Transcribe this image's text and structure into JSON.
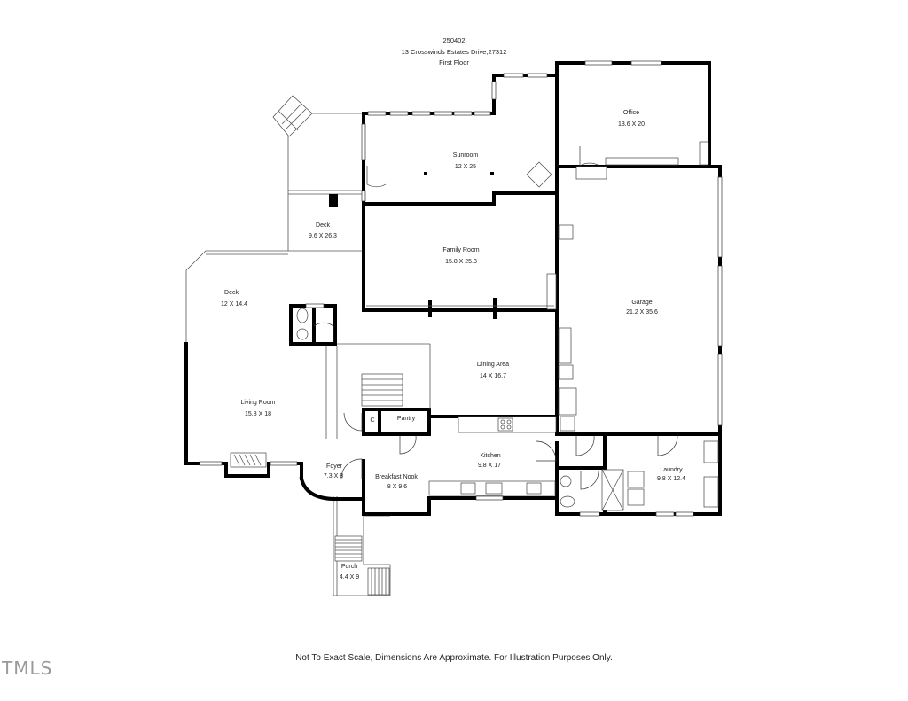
{
  "header": {
    "listing_id": "250402",
    "address": "13 Crosswinds Estates Drive,27312",
    "floor": "First Floor"
  },
  "rooms": {
    "office": {
      "name": "Office",
      "dims": "13.6 X 20"
    },
    "sunroom": {
      "name": "Sunroom",
      "dims": "12 X 25"
    },
    "deck_upper": {
      "name": "Deck",
      "dims": "9.6 X 26.3"
    },
    "family_room": {
      "name": "Family Room",
      "dims": "15.8 X 25.3"
    },
    "garage": {
      "name": "Garage",
      "dims": "21.2 X 35.6"
    },
    "deck_lower": {
      "name": "Deck",
      "dims": "12 X 14.4"
    },
    "dining_area": {
      "name": "Dining Area",
      "dims": "14 X 16.7"
    },
    "living_room": {
      "name": "Living Room",
      "dims": "15.8 X 18"
    },
    "pantry": {
      "name": "Pantry"
    },
    "closet": {
      "name": "C"
    },
    "kitchen": {
      "name": "Kitchen",
      "dims": "9.8 X 17"
    },
    "laundry": {
      "name": "Laundry",
      "dims": "9.8 X 12.4"
    },
    "foyer": {
      "name": "Foyer",
      "dims": "7.3 X 8"
    },
    "breakfast_nook": {
      "name": "Breakfast Nook",
      "dims": "8 X 9.6"
    },
    "porch": {
      "name": "Porch",
      "dims": "4.4 X 9"
    }
  },
  "footer": {
    "disclaimer": "Not To Exact Scale, Dimensions Are Approximate. For Illustration Purposes Only.",
    "logo": "TMLS"
  }
}
